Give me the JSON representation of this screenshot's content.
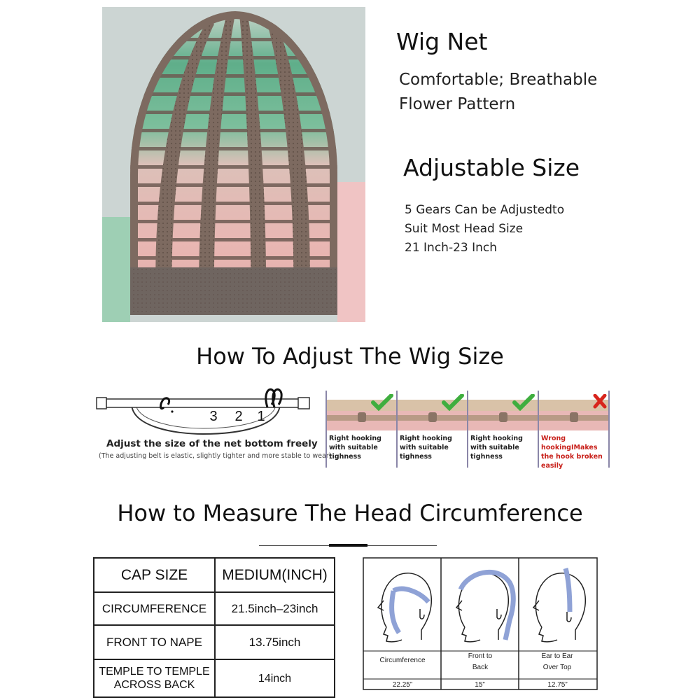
{
  "wig_net": {
    "title": "Wig Net",
    "line1": "Comfortable; Breathable",
    "line2": "Flower Pattern"
  },
  "adjustable": {
    "title": "Adjustable Size",
    "line1": "5 Gears Can be Adjustedto",
    "line2": "Suit Most Head Size",
    "line3": "21 Inch-23 Inch"
  },
  "adjust_section": {
    "title": "How To Adjust The Wig Size",
    "belt_numbers": [
      "3",
      "2",
      "1"
    ],
    "caption": "Adjust the size of the net bottom freely",
    "subcaption": "(The adjusting belt is elastic, slightly tighter and more stable to wear)",
    "panels": [
      {
        "text": "Right hooking with suitable tighness",
        "mark": "check"
      },
      {
        "text": "Right hooking with suitable tighness",
        "mark": "check"
      },
      {
        "text": "Right hooking with suitable tighness",
        "mark": "check"
      },
      {
        "text": "Wrong hookingIMakes the hook broken easily",
        "mark": "cross"
      }
    ]
  },
  "measure_section": {
    "title": "How to Measure The Head Circumference"
  },
  "cap_table": {
    "rows": [
      [
        "CAP SIZE",
        "MEDIUM(INCH)"
      ],
      [
        "CIRCUMFERENCE",
        "21.5inch–23inch"
      ],
      [
        "FRONT TO NAPE",
        "13.75inch"
      ],
      [
        "TEMPLE TO TEMPLE ACROSS BACK",
        "14inch"
      ]
    ]
  },
  "measure_diagram": {
    "columns": [
      {
        "label": "Circumference",
        "value": "22.25”"
      },
      {
        "label": "Front to Back",
        "value": "15”"
      },
      {
        "label": "Ear to Ear Over Top",
        "value": "12.75”"
      }
    ]
  },
  "colors": {
    "check_green": "#3fae3f",
    "cross_red": "#d8241c",
    "panel_border": "#8a86a8",
    "net_brown": "#7d6a60",
    "hair_green": "#5fae8a",
    "hair_pink": "#e8b8b6",
    "tape_blue": "#8fa2d6"
  }
}
